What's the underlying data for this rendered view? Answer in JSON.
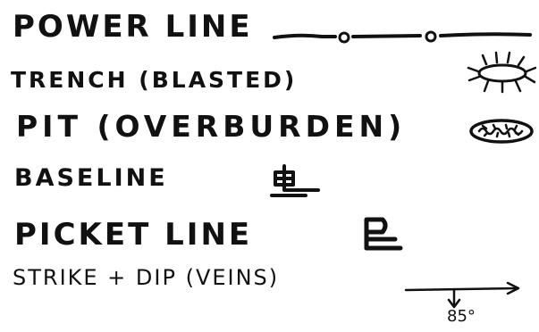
{
  "legend": {
    "items": [
      {
        "label": "POWER LINE",
        "symbol": "power-line-symbol"
      },
      {
        "label": "TRENCH (BLASTED)",
        "symbol": "trench-symbol"
      },
      {
        "label": "PIT (OVERBURDEN)",
        "symbol": "pit-symbol"
      },
      {
        "label": "BASELINE",
        "symbol": "baseline-symbol"
      },
      {
        "label": "PICKET LINE",
        "symbol": "picket-line-symbol"
      },
      {
        "label": "STRIKE + DIP (VEINS)",
        "symbol": "strike-dip-symbol"
      }
    ],
    "dip_value": "85°"
  },
  "colors": {
    "ink": "#111111",
    "background": "#ffffff"
  }
}
